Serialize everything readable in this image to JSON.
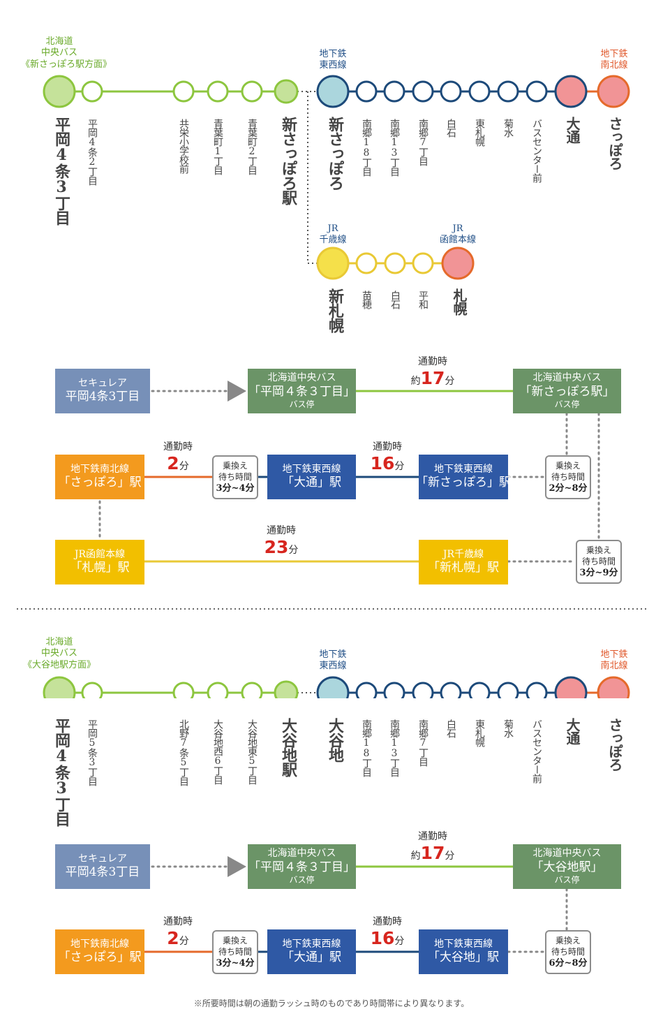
{
  "colors": {
    "bus_green": "#8dc63f",
    "tozai_blue": "#1d4a7a",
    "namboku_orange": "#e56a2b",
    "jr_yellow": "#e9c935",
    "circle_red": "#f19496",
    "circle_teal": "#abd6dd",
    "box_slate": "#7790b8",
    "box_green": "#6b9467",
    "box_orange": "#f39a1e",
    "box_blue": "#2f59a5",
    "box_yellow": "#f2bf00",
    "tozai_label": "#1f4e86",
    "namboku_label": "#e0582b"
  },
  "route1": {
    "bus_line_label": "北海道\n中央バス\n《新さっぽろ駅方面》",
    "tozai_label": "地下鉄\n東西線",
    "namboku_label": "地下鉄\n南北線",
    "jr_chitose_label": "JR\n千歳線",
    "jr_hakodate_label": "JR\n函館本線",
    "stations": {
      "hiraoka": "平岡4条3丁目",
      "b2": "平岡4条2丁目",
      "b3": "共栄小学校前",
      "b4": "青葉町1丁目",
      "b5": "青葉町2丁目",
      "b6": "新さっぽろ駅",
      "t1": "新さっぽろ",
      "t2": "南郷18丁目",
      "t3": "南郷13丁目",
      "t4": "南郷7丁目",
      "t5": "白石",
      "t6": "東札幌",
      "t7": "菊水",
      "t8": "バスセンター前",
      "t9": "大通",
      "n1": "さっぽろ",
      "j1": "新札幌",
      "j2": "苗穂",
      "j3": "白石",
      "j4": "平和",
      "j5": "札幌"
    },
    "boxes": {
      "home": {
        "l1": "セキュレア",
        "l2": "平岡4条3丁目"
      },
      "bus_from": {
        "l1": "北海道中央バス",
        "l2": "「平岡４条３丁目」",
        "l3": "バス停"
      },
      "bus_to": {
        "l1": "北海道中央バス",
        "l2": "「新さっぽろ駅」",
        "l3": "バス停"
      },
      "namboku": {
        "l1": "地下鉄南北線",
        "l2": "「さっぽろ」駅"
      },
      "odori": {
        "l1": "地下鉄東西線",
        "l2": "「大通」駅"
      },
      "shinsapporo": {
        "l1": "地下鉄東西線",
        "l2": "「新さっぽろ」駅"
      },
      "jr_sapporo": {
        "l1": "JR函館本線",
        "l2": "「札幌」駅"
      },
      "jr_shinsapporo": {
        "l1": "JR千歳線",
        "l2": "「新札幌」駅"
      }
    },
    "transfers": {
      "t_a": {
        "l1": "乗換え",
        "l2": "待ち時間",
        "l3": "3分~4分"
      },
      "t_b": {
        "l1": "乗換え",
        "l2": "待ち時間",
        "l3": "2分~8分"
      },
      "t_c": {
        "l1": "乗換え",
        "l2": "待ち時間",
        "l3": "3分~9分"
      }
    },
    "times": {
      "bus": {
        "label": "通勤時",
        "prefix": "約",
        "value": "17",
        "unit": "分"
      },
      "namboku": {
        "label": "通勤時",
        "value": "2",
        "unit": "分"
      },
      "tozai": {
        "label": "通勤時",
        "value": "16",
        "unit": "分"
      },
      "jr": {
        "label": "通勤時",
        "value": "23",
        "unit": "分"
      }
    }
  },
  "route2": {
    "bus_line_label": "北海道\n中央バス\n《大谷地駅方面》",
    "tozai_label": "地下鉄\n東西線",
    "namboku_label": "地下鉄\n南北線",
    "stations": {
      "hiraoka": "平岡4条3丁目",
      "b2": "平岡5条3丁目",
      "b3": "北野7条5丁目",
      "b4": "大谷地西6丁目",
      "b5": "大谷地東5丁目",
      "b6": "大谷地駅",
      "t1": "大谷地",
      "t2": "南郷18丁目",
      "t3": "南郷13丁目",
      "t4": "南郷7丁目",
      "t5": "白石",
      "t6": "東札幌",
      "t7": "菊水",
      "t8": "バスセンター前",
      "t9": "大通",
      "n1": "さっぽろ"
    },
    "boxes": {
      "home": {
        "l1": "セキュレア",
        "l2": "平岡4条3丁目"
      },
      "bus_from": {
        "l1": "北海道中央バス",
        "l2": "「平岡４条３丁目」",
        "l3": "バス停"
      },
      "bus_to": {
        "l1": "北海道中央バス",
        "l2": "「大谷地駅」",
        "l3": "バス停"
      },
      "namboku": {
        "l1": "地下鉄南北線",
        "l2": "「さっぽろ」駅"
      },
      "odori": {
        "l1": "地下鉄東西線",
        "l2": "「大通」駅"
      },
      "oyachi": {
        "l1": "地下鉄東西線",
        "l2": "「大谷地」駅"
      }
    },
    "transfers": {
      "t_a": {
        "l1": "乗換え",
        "l2": "待ち時間",
        "l3": "3分~4分"
      },
      "t_b": {
        "l1": "乗換え",
        "l2": "待ち時間",
        "l3": "6分~8分"
      }
    },
    "times": {
      "bus": {
        "label": "通勤時",
        "prefix": "約",
        "value": "17",
        "unit": "分"
      },
      "namboku": {
        "label": "通勤時",
        "value": "2",
        "unit": "分"
      },
      "tozai": {
        "label": "通勤時",
        "value": "16",
        "unit": "分"
      }
    }
  },
  "footnote": "※所要時間は朝の通勤ラッシュ時のものであり時間帯により異なります。"
}
